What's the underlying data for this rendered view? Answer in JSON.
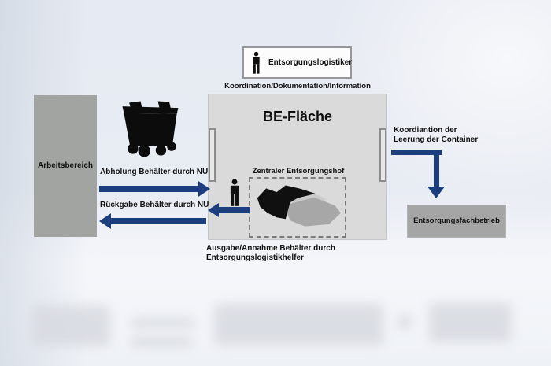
{
  "palette": {
    "arrow_blue": "#1c3d7e",
    "workspace_gray": "#a1a4a1",
    "company_gray": "#a5a5a5",
    "be_area_gray": "#dadada",
    "icon_black": "#0f0f0f"
  },
  "header": {
    "actor_label": "Entsorgungslogistiker",
    "actor_icon": "person-icon",
    "coordination_line": "Koordination/Dokumentation/Information"
  },
  "be_area": {
    "title": "BE-Fläche",
    "yard_label": "Zentraler Entsorgungshof",
    "worker_icon": "person-icon",
    "waste_pile_icon": "waste-pile-graphic",
    "gate_icons": "gate-marker"
  },
  "workspace": {
    "label": "Arbeitsbereich",
    "container_icon": "waste-container-icon",
    "pickup_arrow_label": "Abholung Behälter durch NU",
    "return_arrow_label": "Rückgabe Behälter durch NU"
  },
  "disposal": {
    "coordination_label": [
      "Koordiantion der",
      "Leerung der Container"
    ],
    "company_label": "Entsorgungsfachbetrieb"
  },
  "handover_note": [
    "Ausgabe/Annahme Behälter durch",
    "Entsorgungslogistikhelfer"
  ]
}
